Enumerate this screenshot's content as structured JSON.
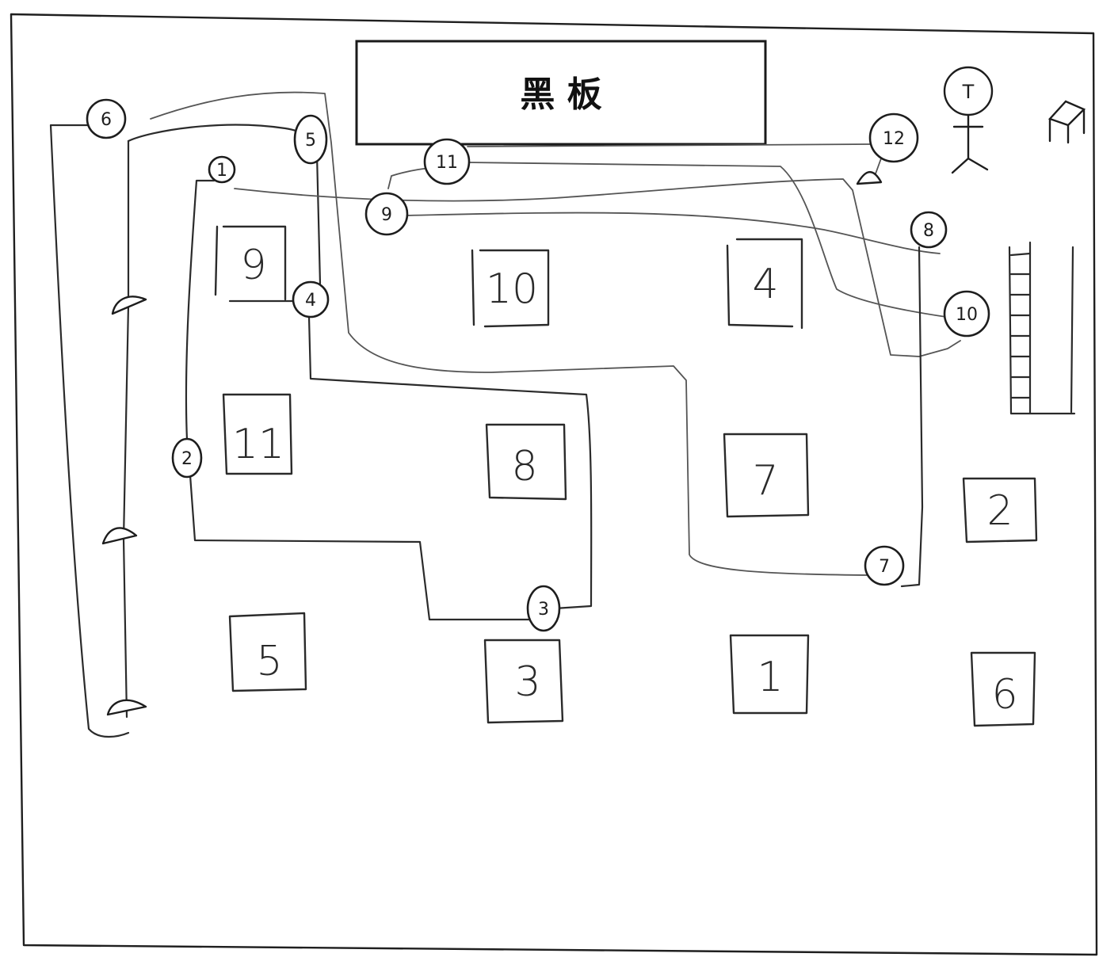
{
  "blackboard": {
    "label": "黑 板"
  },
  "teacher": {
    "label": "T"
  },
  "desks": [
    {
      "id": "desk-9",
      "label": "9"
    },
    {
      "id": "desk-10",
      "label": "10"
    },
    {
      "id": "desk-4",
      "label": "4"
    },
    {
      "id": "desk-11",
      "label": "11"
    },
    {
      "id": "desk-8",
      "label": "8"
    },
    {
      "id": "desk-7",
      "label": "7"
    },
    {
      "id": "desk-2",
      "label": "2"
    },
    {
      "id": "desk-5",
      "label": "5"
    },
    {
      "id": "desk-3",
      "label": "3"
    },
    {
      "id": "desk-1",
      "label": "1"
    },
    {
      "id": "desk-6",
      "label": "6"
    }
  ],
  "nodes": [
    {
      "id": "node-6",
      "label": "6"
    },
    {
      "id": "node-5",
      "label": "5"
    },
    {
      "id": "node-1",
      "label": "1"
    },
    {
      "id": "node-11",
      "label": "11"
    },
    {
      "id": "node-9",
      "label": "9"
    },
    {
      "id": "node-12",
      "label": "12"
    },
    {
      "id": "node-8",
      "label": "8"
    },
    {
      "id": "node-4",
      "label": "4"
    },
    {
      "id": "node-10",
      "label": "10"
    },
    {
      "id": "node-2",
      "label": "2"
    },
    {
      "id": "node-7",
      "label": "7"
    },
    {
      "id": "node-3",
      "label": "3"
    }
  ]
}
